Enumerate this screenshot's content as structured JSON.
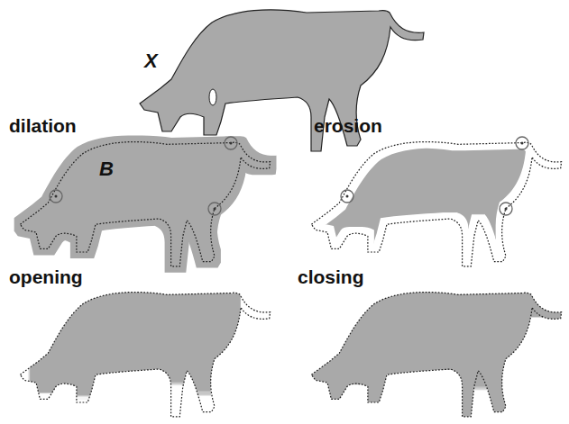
{
  "diagram": {
    "labels": [
      "X",
      "B",
      "dilation",
      "erosion",
      "opening",
      "closing"
    ]
  }
}
